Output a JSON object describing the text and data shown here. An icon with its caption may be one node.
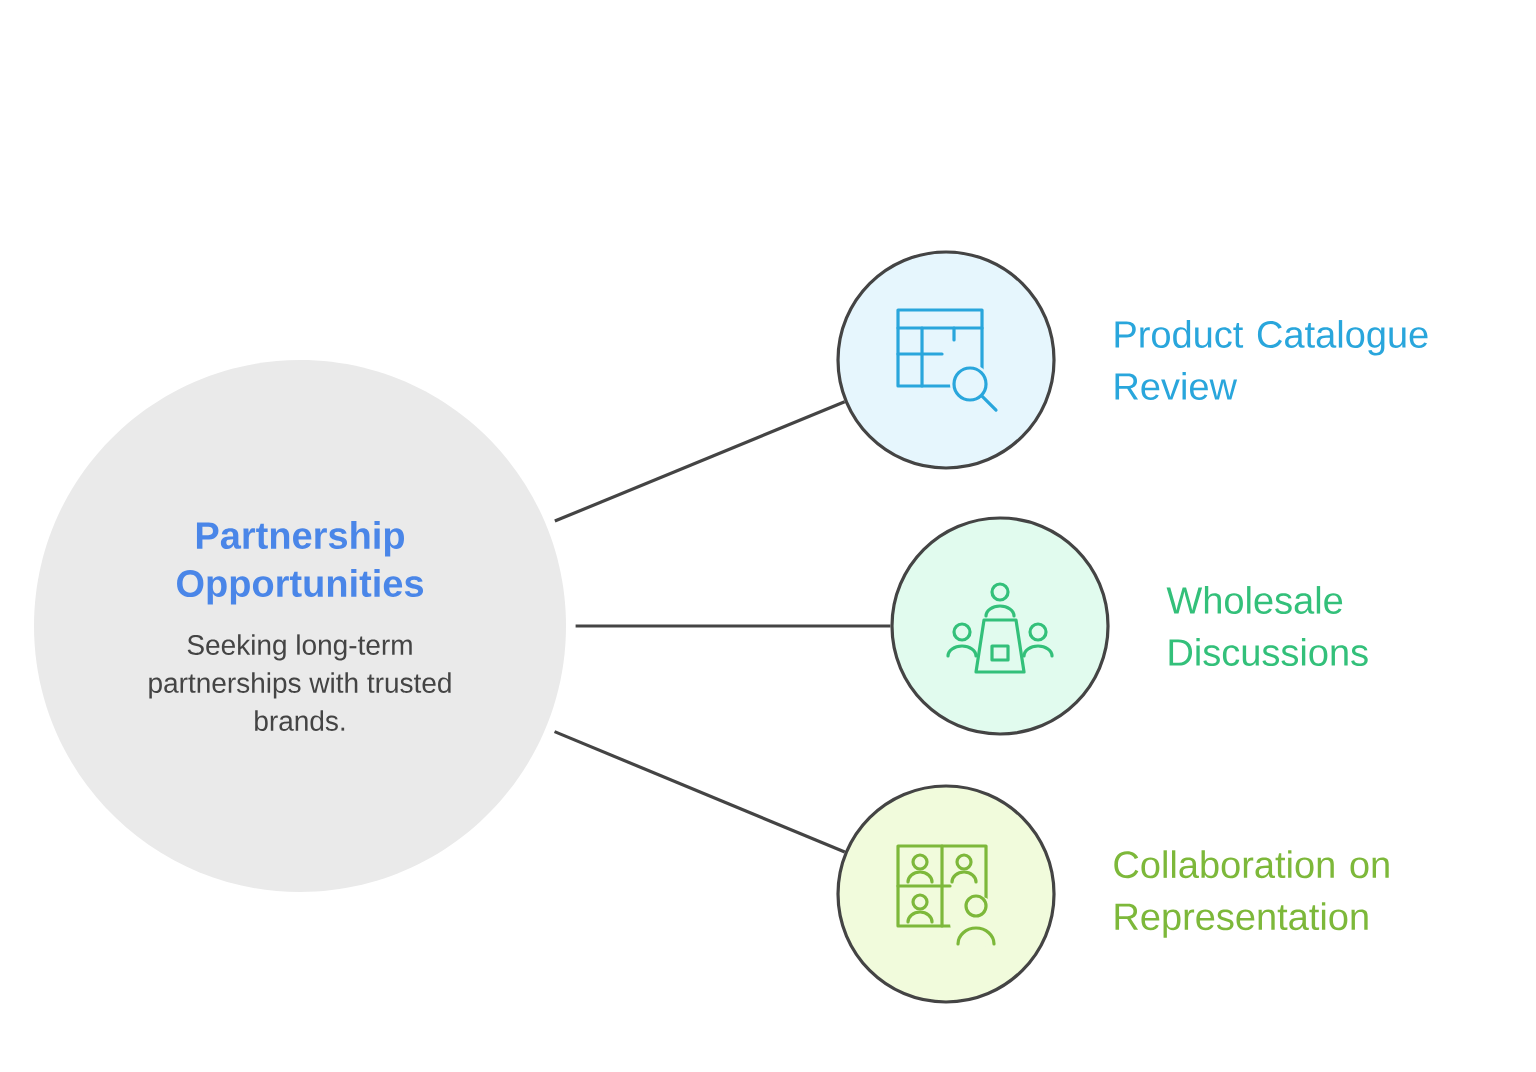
{
  "diagram": {
    "nodes": [
      {
        "text": [
          "Partnership Opportunities",
          "Seeking long-term partnerships with trusted brands."
        ]
      },
      {
        "text": [],
        "shape": "circle",
        "beside": [
          "Product Catalogue Review"
        ]
      },
      {
        "text": [],
        "shape": "circle",
        "beside": [
          "Wholesale Discussions"
        ]
      },
      {
        "text": [],
        "shape": "circle",
        "beside": [
          "Collaboration on Representation"
        ]
      }
    ],
    "edges": [
      {
        "from": 0,
        "to": 1,
        "arrow": "none"
      },
      {
        "from": 0,
        "to": 2,
        "arrow": "none"
      },
      {
        "from": 0,
        "to": 3,
        "arrow": "none"
      }
    ]
  }
}
